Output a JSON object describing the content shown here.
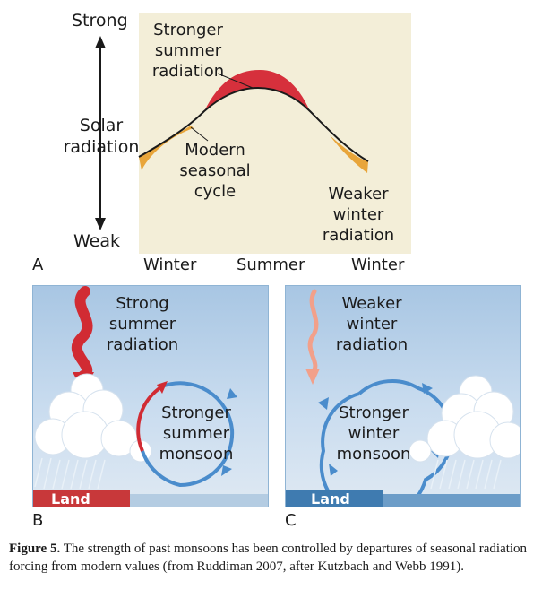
{
  "panel_a": {
    "axis_top": "Strong",
    "axis_mid_line1": "Solar",
    "axis_mid_line2": "radiation",
    "axis_bottom": "Weak",
    "x_labels": [
      "Winter",
      "Summer",
      "Winter"
    ],
    "label_stronger": [
      "Stronger",
      "summer",
      "radiation"
    ],
    "label_modern": [
      "Modern",
      "seasonal",
      "cycle"
    ],
    "label_weaker": [
      "Weaker",
      "winter",
      "radiation"
    ],
    "panel_letter": "A",
    "colors": {
      "background": "#f3eed8",
      "summer_excess": "#d6303c",
      "winter_deficit": "#e8a53a",
      "curve": "#1a1a1a"
    }
  },
  "panel_b": {
    "radiation_label": [
      "Strong",
      "summer",
      "radiation"
    ],
    "circle_label": [
      "Stronger",
      "summer",
      "monsoon"
    ],
    "land_label": "Land",
    "panel_letter": "B",
    "colors": {
      "land": "#c8383a",
      "arrow": "#d12b33",
      "circle": "#4a8ccc",
      "circle_accent": "#d12b33"
    }
  },
  "panel_c": {
    "radiation_label": [
      "Weaker",
      "winter",
      "radiation"
    ],
    "circle_label": [
      "Stronger",
      "winter",
      "monsoon"
    ],
    "land_label": "Land",
    "panel_letter": "C",
    "colors": {
      "land": "#3f7bb0",
      "arrow": "#f2a08a",
      "circle": "#4a8ccc"
    }
  },
  "caption": {
    "label": "Figure 5.",
    "text": " The strength of past monsoons has been controlled by departures of seasonal radiation forcing from modern values (from Ruddiman 2007, after Kutzbach and Webb 1991)."
  }
}
